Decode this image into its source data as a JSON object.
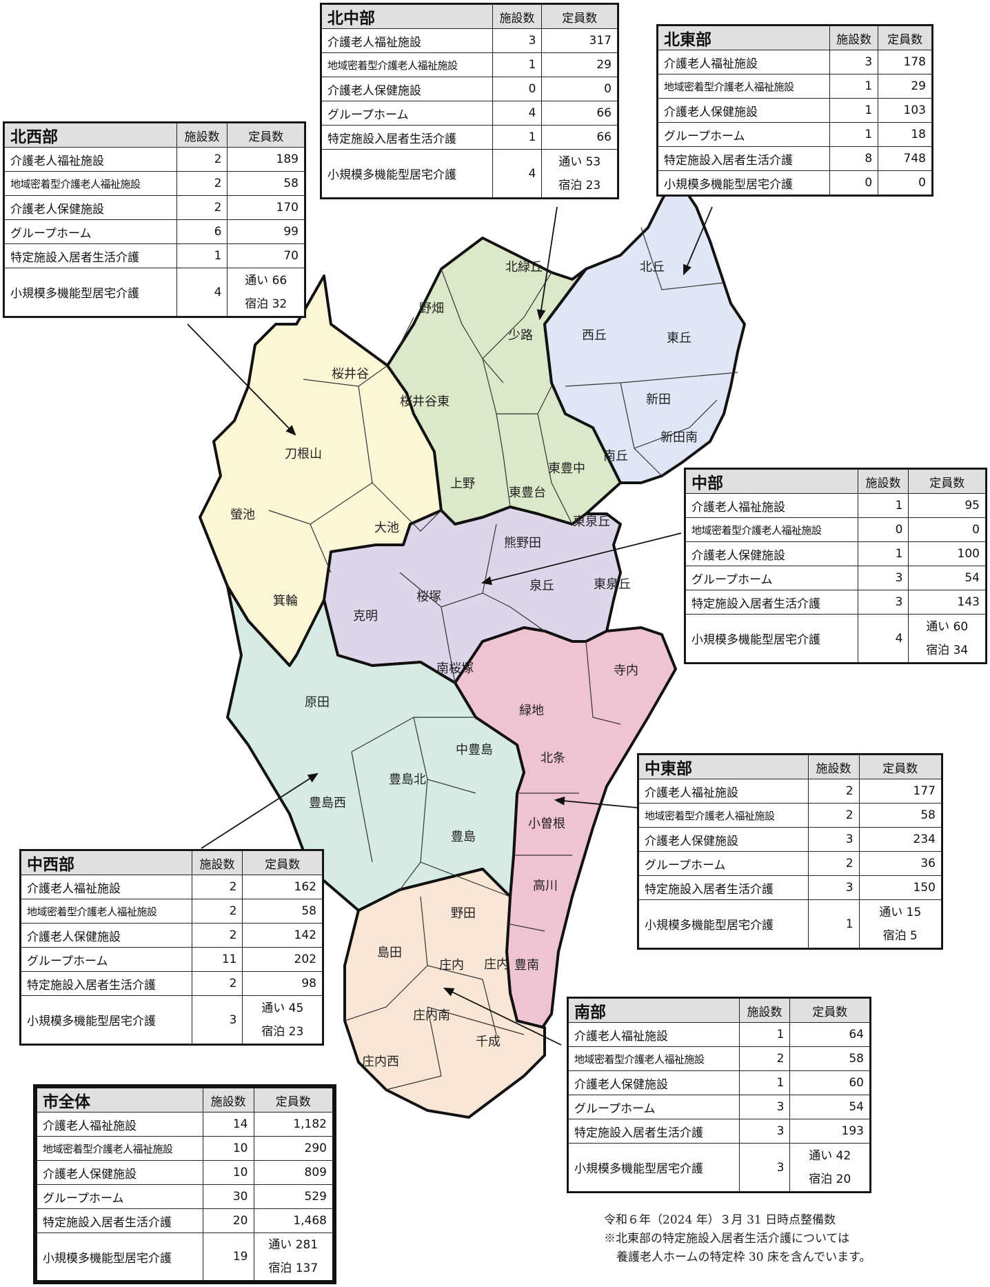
{
  "headers": {
    "facilities": "施設数",
    "capacity": "定員数"
  },
  "rows": [
    "介護老人福祉施設",
    "地域密着型介護老人福祉施設",
    "介護老人保健施設",
    "グループホーム",
    "特定施設入居者生活介護",
    "小規模多機能型居宅介護"
  ],
  "regions": {
    "hokusei": {
      "name": "北西部",
      "f": [
        "2",
        "2",
        "2",
        "6",
        "1",
        "4"
      ],
      "c": [
        "189",
        "58",
        "170",
        "99",
        "70"
      ],
      "kayoi": "通い 66",
      "shukuhaku": "宿泊 32"
    },
    "hokuchu": {
      "name": "北中部",
      "f": [
        "3",
        "1",
        "0",
        "4",
        "1",
        "4"
      ],
      "c": [
        "317",
        "29",
        "0",
        "66",
        "66"
      ],
      "kayoi": "通い 53",
      "shukuhaku": "宿泊 23"
    },
    "hokuto": {
      "name": "北東部",
      "f": [
        "3",
        "1",
        "1",
        "1",
        "8",
        "0"
      ],
      "c": [
        "178",
        "29",
        "103",
        "18",
        "748",
        "0"
      ]
    },
    "chubu": {
      "name": "中部",
      "f": [
        "1",
        "0",
        "1",
        "3",
        "3",
        "4"
      ],
      "c": [
        "95",
        "0",
        "100",
        "54",
        "143"
      ],
      "kayoi": "通い 60",
      "shukuhaku": "宿泊 34"
    },
    "chuto": {
      "name": "中東部",
      "f": [
        "2",
        "2",
        "3",
        "2",
        "3",
        "1"
      ],
      "c": [
        "177",
        "58",
        "234",
        "36",
        "150"
      ],
      "kayoi": "通い 15",
      "shukuhaku": "宿泊 5"
    },
    "chusei": {
      "name": "中西部",
      "f": [
        "2",
        "2",
        "2",
        "11",
        "2",
        "3"
      ],
      "c": [
        "162",
        "58",
        "142",
        "202",
        "98"
      ],
      "kayoi": "通い 45",
      "shukuhaku": "宿泊 23"
    },
    "nanbu": {
      "name": "南部",
      "f": [
        "1",
        "2",
        "1",
        "3",
        "3",
        "3"
      ],
      "c": [
        "64",
        "58",
        "60",
        "54",
        "193"
      ],
      "kayoi": "通い 42",
      "shukuhaku": "宿泊 20"
    },
    "city": {
      "name": "市全体",
      "f": [
        "14",
        "10",
        "10",
        "30",
        "20",
        "19"
      ],
      "c": [
        "1,182",
        "290",
        "809",
        "529",
        "1,468"
      ],
      "kayoi": "通い 281",
      "shukuhaku": "宿泊 137"
    }
  },
  "colors": {
    "hokusei": "#fbf6d5",
    "hokuchu": "#dce9c8",
    "hokuto": "#dfe6f5",
    "chubu": "#ddd5ea",
    "chuto": "#efc3cf",
    "chusei": "#d6ebe1",
    "nanbu": "#f9e6d5"
  },
  "districts": [
    "北緑丘",
    "野畑",
    "少路",
    "北丘",
    "西丘",
    "東丘",
    "新田",
    "新田南",
    "南丘",
    "桜井谷",
    "桜井谷東",
    "刀根山",
    "螢池",
    "大池",
    "箕輪",
    "上野",
    "東豊台",
    "東豊中",
    "東泉丘",
    "熊野田",
    "泉丘",
    "東泉丘",
    "桜塚",
    "克明",
    "南桜塚",
    "緑地",
    "寺内",
    "原田",
    "中豊島",
    "北条",
    "豊島北",
    "豊島西",
    "小曽根",
    "豊島",
    "高川",
    "野田",
    "島田",
    "庄内",
    "庄内",
    "豊南",
    "庄内南",
    "千成",
    "庄内西"
  ],
  "note": {
    "line1": "令和６年（2024 年）３月 31 日時点整備数",
    "line2": "※北東部の特定施設入居者生活介護については",
    "line3": "養護老人ホームの特定枠 30 床を含んでいます。"
  }
}
